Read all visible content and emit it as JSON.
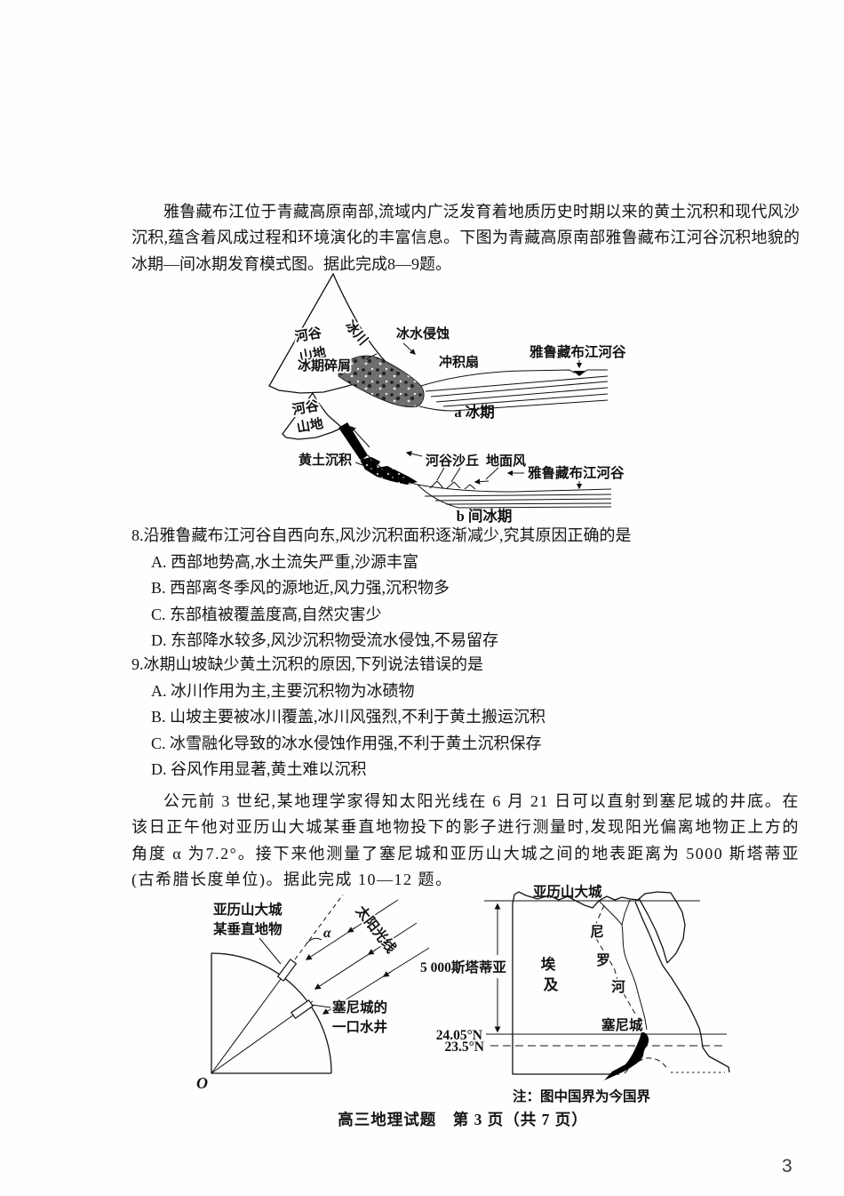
{
  "passage1": {
    "text": "雅鲁藏布江位于青藏高原南部,流域内广泛发育着地质历史时期以来的黄土沉积和现代风沙沉积,蕴含着风成过程和环境演化的丰富信息。下图为青藏高原南部雅鲁藏布江河谷沉积地貌的冰期—间冰期发育模式图。据此完成8—9题。"
  },
  "figure1": {
    "a": {
      "caption": "a 冰期",
      "mountain_line1": "河谷",
      "mountain_line2": "山地",
      "glacier": "冰川",
      "meltwater": "冰水侵蚀",
      "debris": "冰期碎屑",
      "fan": "冲积扇",
      "valley": "雅鲁藏布江河谷"
    },
    "b": {
      "caption": "b 间冰期",
      "mountain_line1": "河谷",
      "mountain_line2": "山地",
      "loess": "黄土沉积",
      "dunes": "河谷沙丘",
      "wind": "地面风",
      "valley": "雅鲁藏布江河谷"
    }
  },
  "q8": {
    "stem": "8.沿雅鲁藏布江河谷自西向东,风沙沉积面积逐渐减少,究其原因正确的是",
    "options": [
      "A. 西部地势高,水土流失严重,沙源丰富",
      "B. 西部离冬季风的源地近,风力强,沉积物多",
      "C. 东部植被覆盖度高,自然灾害少",
      "D. 东部降水较多,风沙沉积物受流水侵蚀,不易留存"
    ]
  },
  "q9": {
    "stem": "9.冰期山坡缺少黄土沉积的原因,下列说法错误的是",
    "options": [
      "A. 冰川作用为主,主要沉积物为冰碛物",
      "B. 山坡主要被冰川覆盖,冰川风强烈,不利于黄土搬运沉积",
      "C. 冰雪融化导致的冰水侵蚀作用强,不利于黄土沉积保存",
      "D. 谷风作用显著,黄土难以沉积"
    ]
  },
  "passage2": {
    "text": "公元前 3 世纪,某地理学家得知太阳光线在 6 月 21 日可以直射到塞尼城的井底。在该日正午他对亚历山大城某垂直地物投下的影子进行测量时,发现阳光偏离地物正上方的角度 α 为7.2°。接下来他测量了塞尼城和亚历山大城之间的地表距离为 5000 斯塔蒂亚(古希腊长度单位)。据此完成 10—12 题。"
  },
  "figure2": {
    "sun": {
      "object_line1": "亚历山大城",
      "object_line2": "某垂直地物",
      "rays": "太阳光线",
      "alpha": "α",
      "well_line1": "塞尼城的",
      "well_line2": "一口水井",
      "origin": "O"
    },
    "map": {
      "alexandria": "亚历山大城",
      "nile": [
        "尼",
        "罗",
        "河"
      ],
      "egypt": [
        "埃",
        "及"
      ],
      "stadia": "5 000斯塔蒂亚",
      "lat1": "24.05°N",
      "lat2": "23.5°N",
      "syene": "塞尼城",
      "note": "注：图中国界为今国界"
    }
  },
  "footer": {
    "text": "高三地理试题　第 3 页（共 7 页）",
    "page_number": "3"
  }
}
